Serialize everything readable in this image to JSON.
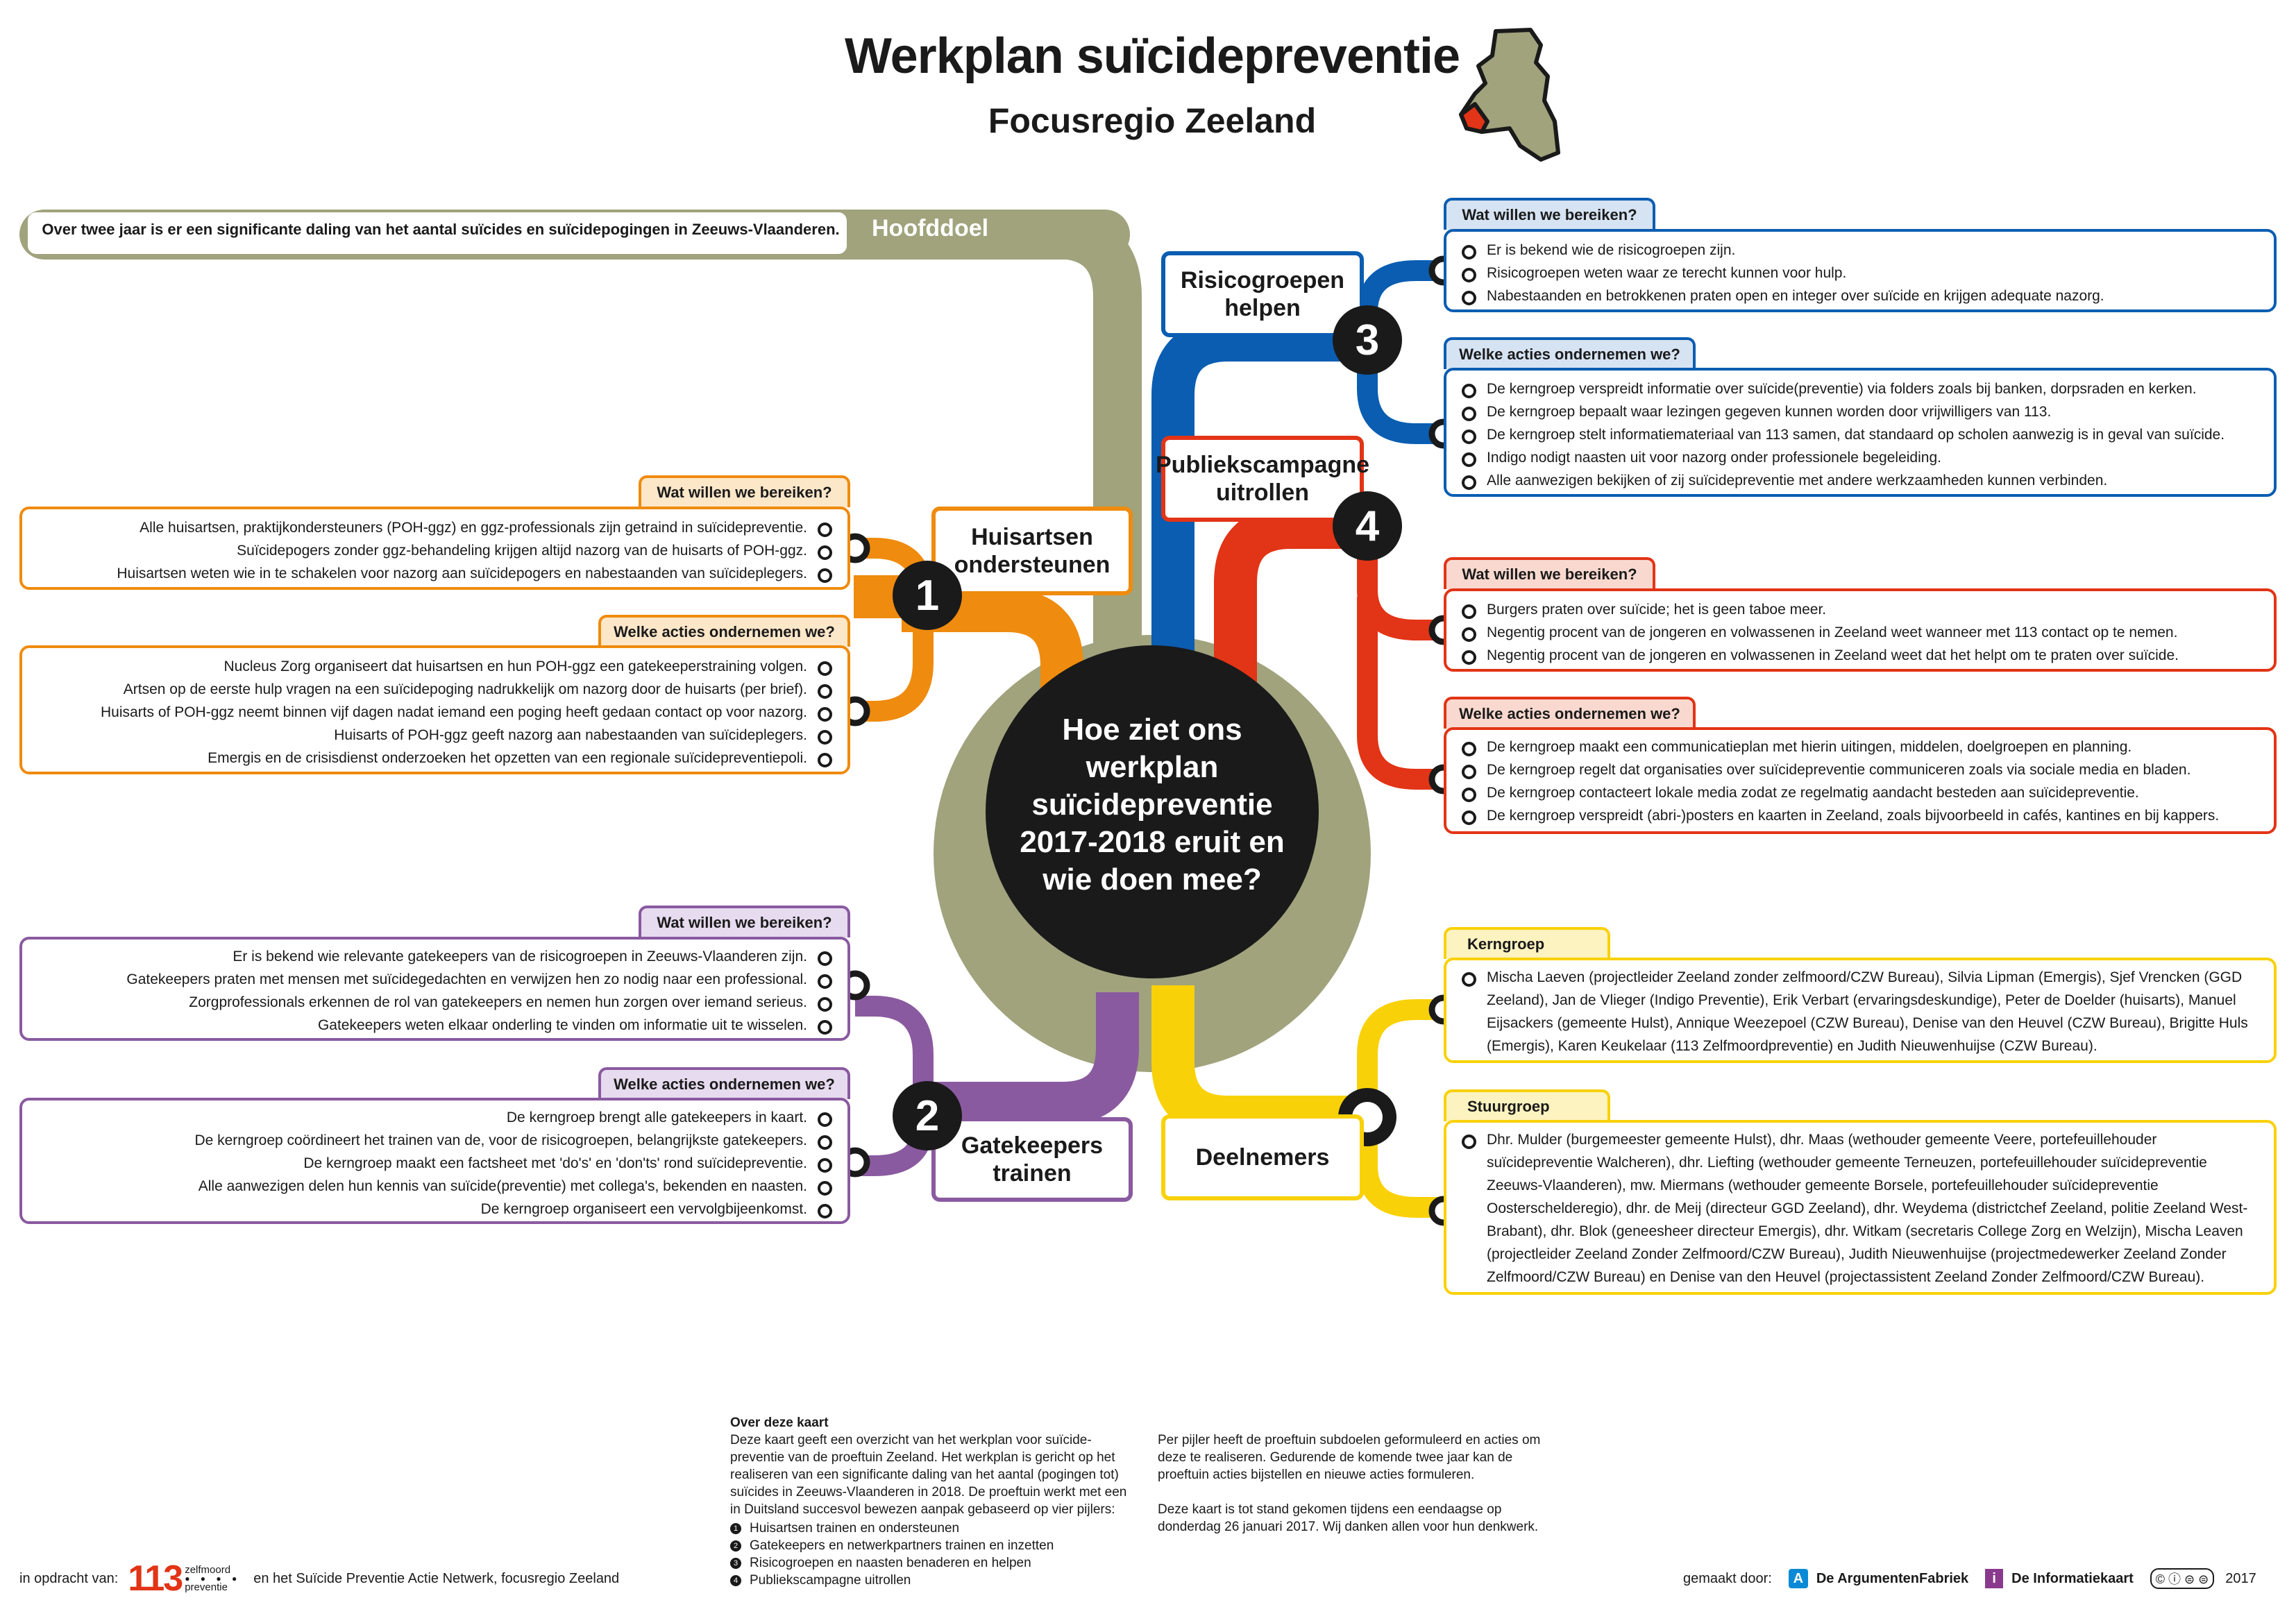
{
  "header": {
    "title": "Werkplan suïcidepreventie",
    "subtitle": "Focusregio Zeeland"
  },
  "goal": {
    "text": "Over twee jaar is er een significante daling van het aantal suïcides en suïcidepogingen in Zeeuws-Vlaanderen.",
    "label": "Hoofddoel"
  },
  "center": {
    "question": "Hoe ziet ons werkplan suïcidepreventie 2017-2018 eruit en wie doen mee?"
  },
  "colors": {
    "olive": "#a0a37c",
    "orange": "#ef8b0e",
    "purple": "#8a5aa0",
    "blue": "#0a5db1",
    "red": "#e23416",
    "yellow": "#f9d108",
    "dark": "#1a1a1a"
  },
  "pillars": {
    "p1": {
      "number": "1",
      "title_l1": "Huisartsen",
      "title_l2": "ondersteunen",
      "goals_tab": "Wat willen we bereiken?",
      "goals": [
        "Alle huisartsen, praktijkondersteuners (POH-ggz) en ggz-professionals zijn getraind in suïcidepreventie.",
        "Suïcidepogers zonder ggz-behandeling krijgen altijd nazorg van de huisarts of POH-ggz.",
        "Huisartsen weten wie in te schakelen voor nazorg aan suïcidepogers en nabestaanden van suïcideplegers."
      ],
      "actions_tab": "Welke acties ondernemen we?",
      "actions": [
        "Nucleus Zorg organiseert dat huisartsen en hun POH-ggz een gatekeeperstraining volgen.",
        "Artsen op de eerste hulp vragen na een suïcidepoging nadrukkelijk om nazorg door de huisarts (per brief).",
        "Huisarts of POH-ggz neemt binnen vijf dagen nadat iemand een poging heeft gedaan contact op voor nazorg.",
        "Huisarts of POH-ggz geeft nazorg aan nabestaanden van suïcideplegers.",
        "Emergis en de crisisdienst onderzoeken het opzetten van een regionale suïcidepreventiepoli."
      ]
    },
    "p2": {
      "number": "2",
      "title_l1": "Gatekeepers",
      "title_l2": "trainen",
      "goals_tab": "Wat willen we bereiken?",
      "goals": [
        "Er is bekend wie relevante gatekeepers van de risicogroepen in Zeeuws-Vlaanderen zijn.",
        "Gatekeepers praten met mensen met suïcidegedachten en verwijzen hen zo nodig naar een professional.",
        "Zorgprofessionals erkennen de rol van gatekeepers en nemen hun zorgen over iemand serieus.",
        "Gatekeepers weten elkaar onderling te vinden om informatie uit te wisselen."
      ],
      "actions_tab": "Welke acties ondernemen we?",
      "actions": [
        "De kerngroep brengt alle gatekeepers in kaart.",
        "De kerngroep coördineert het trainen van de, voor de risicogroepen, belangrijkste gatekeepers.",
        "De kerngroep maakt een factsheet met 'do's' en 'don'ts' rond suïcidepreventie.",
        "Alle aanwezigen delen hun kennis van suïcide(preventie) met collega's, bekenden en naasten.",
        "De kerngroep organiseert een vervolgbijeenkomst."
      ]
    },
    "p3": {
      "number": "3",
      "title_l1": "Risicogroepen",
      "title_l2": "helpen",
      "goals_tab": "Wat willen we bereiken?",
      "goals": [
        "Er is bekend wie de risicogroepen zijn.",
        "Risicogroepen weten waar ze terecht kunnen voor hulp.",
        "Nabestaanden en betrokkenen praten open en integer over suïcide en krijgen adequate nazorg."
      ],
      "actions_tab": "Welke acties ondernemen we?",
      "actions": [
        "De kerngroep verspreidt informatie over suïcide(preventie) via folders zoals bij banken, dorpsraden en kerken.",
        "De kerngroep bepaalt waar lezingen gegeven kunnen worden door vrijwilligers van 113.",
        "De kerngroep stelt informatiemateriaal van 113 samen, dat standaard op scholen aanwezig is in geval van suïcide.",
        "Indigo nodigt naasten uit voor nazorg onder professionele begeleiding.",
        "Alle aanwezigen bekijken of zij suïcidepreventie met andere werkzaamheden kunnen verbinden."
      ]
    },
    "p4": {
      "number": "4",
      "title_l1": "Publiekscampagne",
      "title_l2": "uitrollen",
      "goals_tab": "Wat willen we bereiken?",
      "goals": [
        "Burgers praten over suïcide; het is geen taboe meer.",
        "Negentig procent van de jongeren en volwassenen in Zeeland weet wanneer met 113 contact op te nemen.",
        "Negentig procent van de jongeren en volwassenen in Zeeland weet dat het helpt om te praten over suïcide."
      ],
      "actions_tab": "Welke acties ondernemen we?",
      "actions": [
        "De kerngroep maakt een communicatieplan met hierin uitingen, middelen, doelgroepen en planning.",
        "De kerngroep regelt dat organisaties over suïcidepreventie communiceren zoals via sociale media en bladen.",
        "De kerngroep contacteert lokale media zodat ze regelmatig aandacht besteden aan suïcidepreventie.",
        "De kerngroep verspreidt (abri-)posters en kaarten in Zeeland, zoals bijvoorbeeld in cafés, kantines en bij kappers."
      ]
    },
    "deelnemers": {
      "title": "Deelnemers",
      "kern_tab": "Kerngroep",
      "kern_text": "Mischa Laeven (projectleider Zeeland zonder zelfmoord/CZW Bureau), Silvia Lipman (Emergis), Sjef Vrencken (GGD Zeeland), Jan de Vlieger (Indigo Preventie), Erik Verbart (ervaringsdeskundige), Peter de Doelder (huisarts), Manuel Eijsackers (gemeente Hulst), Annique Weezepoel (CZW Bureau), Denise van den Heuvel (CZW Bureau), Brigitte Huls (Emergis), Karen Keukelaar (113 Zelfmoordpreventie) en Judith Nieuwenhuijse (CZW Bureau).",
      "stuur_tab": "Stuurgroep",
      "stuur_text": "Dhr. Mulder (burgemeester gemeente Hulst), dhr. Maas (wethouder gemeente Veere, portefeuillehouder suïcidepreventie Walcheren), dhr. Liefting (wethouder gemeente Terneuzen, portefeuillehouder suïcidepreventie Zeeuws-Vlaanderen), mw. Miermans (wethouder gemeente Borsele, portefeuillehouder suïcidepreventie Oosterschelderegio), dhr. de Meij (directeur GGD Zeeland), dhr. Weydema (districtchef Zeeland, politie Zeeland West-Brabant), dhr. Blok (geneesheer directeur Emergis), dhr. Witkam (secretaris College Zorg en Welzijn), Mischa Leaven (projectleider Zeeland Zonder Zelfmoord/CZW Bureau), Judith Nieuwenhuijse (projectmedewerker Zeeland Zonder Zelfmoord/CZW Bureau) en Denise van den Heuvel (projectassistent Zeeland Zonder Zelfmoord/CZW Bureau)."
    }
  },
  "about": {
    "heading": "Over deze kaart",
    "col1": "Deze kaart geeft een overzicht van het werkplan voor suïcide-preventie van de proeftuin Zeeland. Het werkplan is gericht op het realiseren van een significante daling van het aantal (pogingen tot) suïcides in Zeeuws-Vlaanderen in 2018. De proeftuin werkt met een in Duitsland succesvol bewezen aanpak gebaseerd op vier pijlers:",
    "list": [
      "Huisartsen trainen en ondersteunen",
      "Gatekeepers en netwerkpartners trainen en inzetten",
      "Risicogroepen en naasten benaderen en helpen",
      "Publiekscampagne uitrollen"
    ],
    "col2a": "Per pijler heeft de proeftuin subdoelen geformuleerd en acties om deze te realiseren. Gedurende de komende twee jaar kan de proeftuin acties bijstellen en nieuwe acties formuleren.",
    "col2b": "Deze kaart is tot stand gekomen tijdens een eendaagse op donderdag 26 januari 2017. Wij danken allen voor hun denkwerk."
  },
  "footer": {
    "commission_prefix": "in opdracht van:",
    "logo_113_number": "113",
    "logo_113_line1": "zelfmoord",
    "logo_113_line2": "preventie",
    "commission_suffix": "en het Suïcide Preventie Actie Netwerk, focusregio Zeeland",
    "made_by": "gemaakt door:",
    "maker1": "De ArgumentenFabriek",
    "maker2": "De Informatiekaart",
    "year": "2017",
    "icon_maker1": "letter-a-icon",
    "icon_maker2": "letter-i-icon",
    "icon_license": "creative-commons-icon",
    "icon_region": "netherlands-map-icon"
  }
}
